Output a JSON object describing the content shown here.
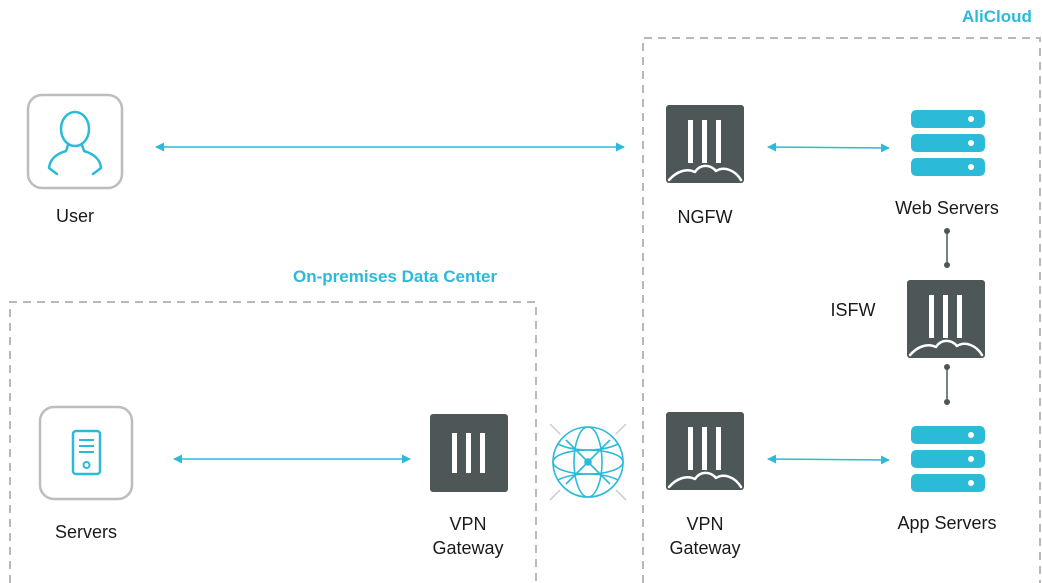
{
  "zones": {
    "alicloud": "AliCloud",
    "onprem": "On-premises Data Center"
  },
  "nodes": {
    "user": "User",
    "ngfw": "NGFW",
    "web_servers": "Web Servers",
    "isfw": "ISFW",
    "app_servers": "App Servers",
    "servers": "Servers",
    "vpn_gateway_onprem": [
      "VPN",
      "Gateway"
    ],
    "vpn_gateway_cloud": [
      "VPN",
      "Gateway"
    ]
  },
  "colors": {
    "accent": "#2bbad8",
    "firewall": "#4d5757",
    "border": "#b8b8b8"
  },
  "icons": {
    "user": "user-icon",
    "servers": "server-tower-icon",
    "firewall": "firewall-icon",
    "server_stack": "server-stack-icon",
    "internet": "globe-icon"
  }
}
